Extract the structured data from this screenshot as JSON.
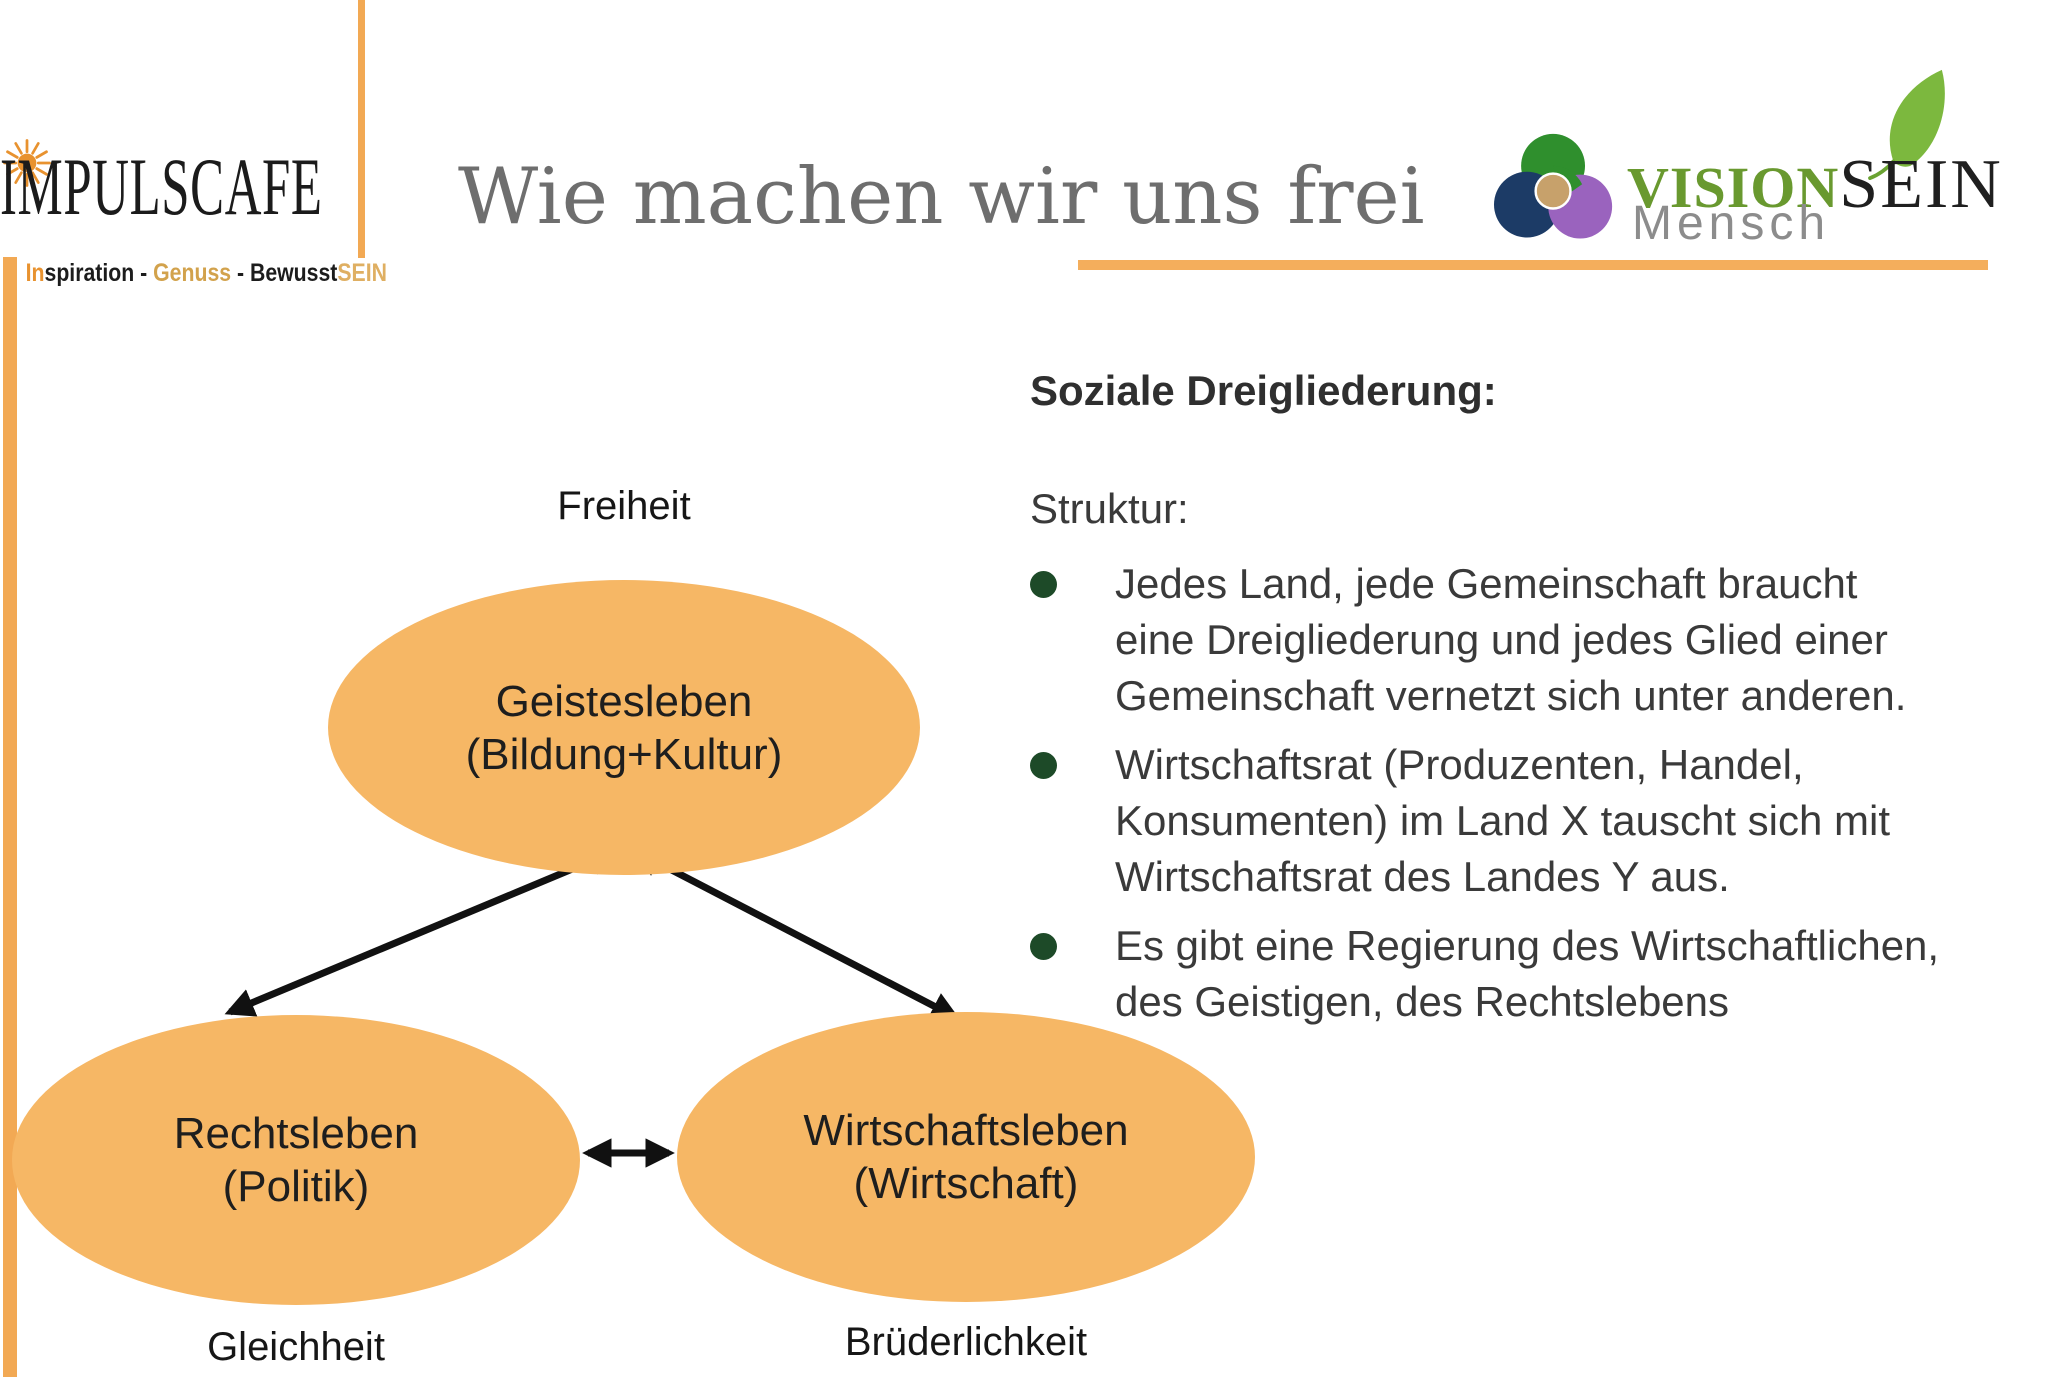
{
  "palette": {
    "accent_orange": "#F2A954",
    "rule_orange": "#F4AE5C",
    "ellipse_fill": "#F6B765",
    "bullet_green": "#1D4A28",
    "title_gray": "#6E6E6E",
    "body_text": "#3A3A3A",
    "swirl_green": "#2F8F2D",
    "swirl_navy": "#1C3B66",
    "swirl_purple": "#9A63BE",
    "swirl_tan": "#C7A16B",
    "vision_green": "#69992F",
    "leaf_green": "#7CB83E"
  },
  "brand": {
    "name": "IMPULSCAFE",
    "tagline_parts": [
      {
        "text": "In",
        "color": "#E8922F"
      },
      {
        "text": "spiration",
        "color": "#1C1C1C"
      },
      {
        "text": " - ",
        "color": "#1C1C1C"
      },
      {
        "text": "Genuss",
        "color": "#D2A24C"
      },
      {
        "text": " - ",
        "color": "#1C1C1C"
      },
      {
        "text": "Bewusst",
        "color": "#1C1C1C"
      },
      {
        "text": "SEIN",
        "color": "#DFAF62"
      }
    ]
  },
  "title": "Wie machen wir uns frei",
  "logo_right": {
    "vision": "VISION",
    "sein": "SEIN",
    "mensch": "Mensch"
  },
  "right_panel": {
    "heading": "Soziale Dreigliederung:",
    "subheading": "Struktur:",
    "bullets": [
      "Jedes Land, jede Gemeinschaft braucht\neine Dreigliederung und jedes Glied einer\nGemeinschaft vernetzt sich unter anderen.",
      "Wirtschaftsrat (Produzenten, Handel,\nKonsumenten) im Land X tauscht sich mit\nWirtschaftsrat des Landes Y aus.",
      "Es gibt eine Regierung des Wirtschaftlichen,\ndes Geistigen, des Rechtslebens"
    ]
  },
  "diagram": {
    "nodes": [
      {
        "id": "geistesleben",
        "label": "Geistesleben\n(Bildung+Kultur)",
        "caption": "Freiheit",
        "caption_position": "above"
      },
      {
        "id": "rechtsleben",
        "label": "Rechtsleben\n(Politik)",
        "caption": "Gleichheit",
        "caption_position": "below"
      },
      {
        "id": "wirtschaftsleben",
        "label": "Wirtschaftsleben\n(Wirtschaft)",
        "caption": "Brüderlichkeit",
        "caption_position": "below"
      }
    ],
    "edges": [
      {
        "from": "geistesleben",
        "to": "rechtsleben",
        "style": "double-arrow"
      },
      {
        "from": "geistesleben",
        "to": "wirtschaftsleben",
        "style": "double-arrow"
      },
      {
        "from": "rechtsleben",
        "to": "wirtschaftsleben",
        "style": "double-arrow"
      }
    ]
  }
}
